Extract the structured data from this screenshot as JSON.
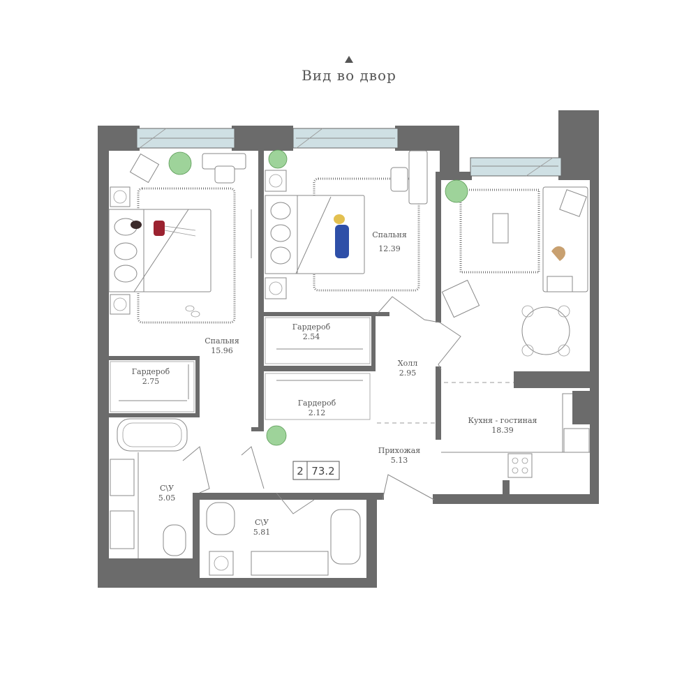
{
  "header": {
    "view_label": "Вид во двор"
  },
  "badge": {
    "rooms": "2",
    "area": "73.2"
  },
  "rooms": [
    {
      "id": "bedroom1",
      "name": "Спальня",
      "area": "15.96"
    },
    {
      "id": "bedroom2",
      "name": "Спальня",
      "area": "12.39"
    },
    {
      "id": "wardrobe1",
      "name": "Гардероб",
      "area": "2.75"
    },
    {
      "id": "wardrobe2",
      "name": "Гардероб",
      "area": "2.54"
    },
    {
      "id": "wardrobe3",
      "name": "Гардероб",
      "area": "2.12"
    },
    {
      "id": "hall",
      "name": "Холл",
      "area": "2.95"
    },
    {
      "id": "entry",
      "name": "Прихожая",
      "area": "5.13"
    },
    {
      "id": "kitchen",
      "name": "Кухня - гостиная",
      "area": "18.39"
    },
    {
      "id": "bath1",
      "name": "С\\У",
      "area": "5.05"
    },
    {
      "id": "bath2",
      "name": "С\\У",
      "area": "5.81"
    }
  ],
  "colors": {
    "wall": "#6b6b6b",
    "window": "#cfe0e4",
    "plant": "#9ed39a"
  }
}
